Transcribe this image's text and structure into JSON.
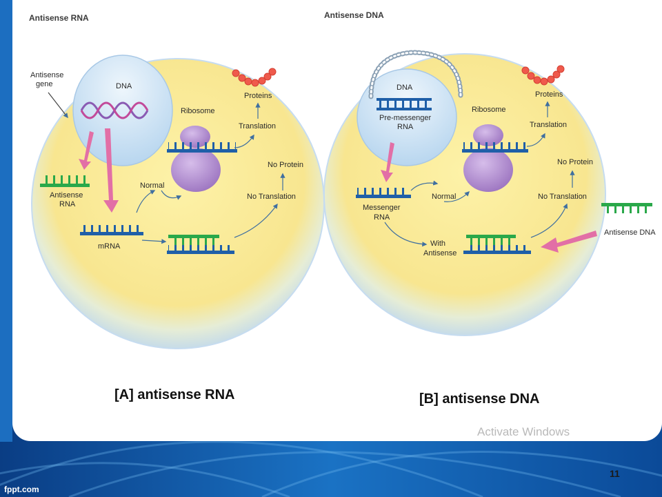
{
  "diagram_a": {
    "header": "Antisense RNA",
    "caption": "[A] antisense RNA",
    "labels": {
      "antisense_gene_1": "Antisense",
      "antisense_gene_2": "gene",
      "dna": "DNA",
      "antisense_rna_1": "Antisense",
      "antisense_rna_2": "RNA",
      "mrna": "mRNA",
      "normal": "Normal",
      "ribosome": "Ribosome",
      "proteins": "Proteins",
      "translation": "Translation",
      "no_protein": "No Protein",
      "no_translation": "No Translation"
    }
  },
  "diagram_b": {
    "header": "Antisense DNA",
    "caption": "[B] antisense DNA",
    "labels": {
      "dna": "DNA",
      "pre_messenger_1": "Pre-messenger",
      "pre_messenger_2": "RNA",
      "messenger_1": "Messenger",
      "messenger_2": "RNA",
      "normal": "Normal",
      "with_antisense_1": "With",
      "with_antisense_2": "Antisense",
      "ribosome": "Ribosome",
      "proteins": "Proteins",
      "translation": "Translation",
      "no_protein": "No Protein",
      "no_translation": "No Translation",
      "antisense_dna": "Antisense DNA"
    }
  },
  "footer": {
    "watermark": "Activate Windows",
    "slide_number": "11",
    "brand": "fppt.com"
  },
  "colors": {
    "cytoplasm": "#fbee9e",
    "cell_rim": "#cfe3f4",
    "nucleus": "#cfe5f7",
    "mrna_strand": "#1f5fa8",
    "antisense_strand": "#2aa84a",
    "ribosome": "#b38fd0",
    "arrow_pink": "#e26fa6",
    "protein": "#ef5a4c"
  }
}
